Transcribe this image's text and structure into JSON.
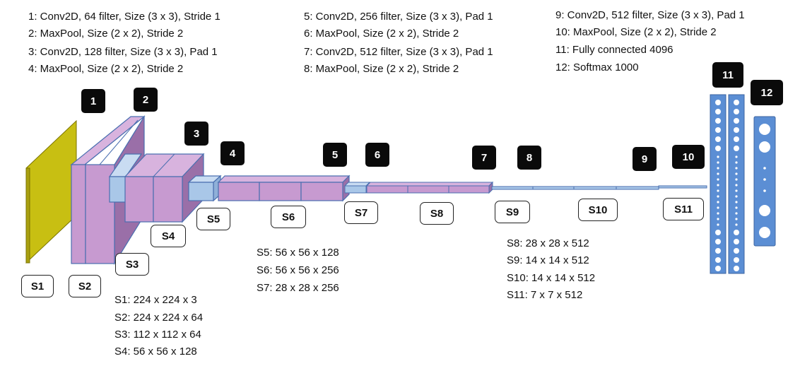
{
  "legend": [
    "1:  Conv2D, 64 filter, Size (3 x 3), Stride 1",
    "2:  MaxPool, Size (2 x 2), Stride 2",
    "3:  Conv2D, 128 filter, Size (3 x 3), Pad 1",
    "4:  MaxPool, Size (2 x 2), Stride 2",
    "5:  Conv2D, 256 filter, Size (3 x 3), Pad 1",
    "6:  MaxPool, Size (2 x 2), Stride 2",
    "7:  Conv2D, 512 filter, Size (3 x 3), Pad 1",
    "8:  MaxPool, Size (2 x 2), Stride 2",
    "9:  Conv2D, 512 filter, Size (3 x 3), Pad 1",
    "10: MaxPool, Size (2 x 2), Stride 2",
    "11: Fully connected 4096",
    "12: Softmax 1000"
  ],
  "badges": [
    "1",
    "2",
    "3",
    "4",
    "5",
    "6",
    "7",
    "8",
    "9",
    "10",
    "11",
    "12"
  ],
  "stage_labels": [
    "S1",
    "S2",
    "S3",
    "S4",
    "S5",
    "S6",
    "S7",
    "S8",
    "S9",
    "S10",
    "S11"
  ],
  "sizes": [
    "S1:  224 x 224 x 3",
    "S2:  224 x 224 x 64",
    "S3:  112 x 112 x 64",
    "S4:  56 x 56 x 128",
    "S5:  56 x 56 x 128",
    "S6:  56 x 56 x 256",
    "S7:  28 x 28 x 256",
    "S8:  28 x 28 x 512",
    "S9:  14 x 14 x 512",
    "S10:  14 x 14 x 512",
    "S11:  7 x 7 x 512"
  ],
  "colors": {
    "input": "#c8bf12",
    "conv": "#c79ad0",
    "pool": "#a9c7e8",
    "fc": "#5b8ed4"
  }
}
